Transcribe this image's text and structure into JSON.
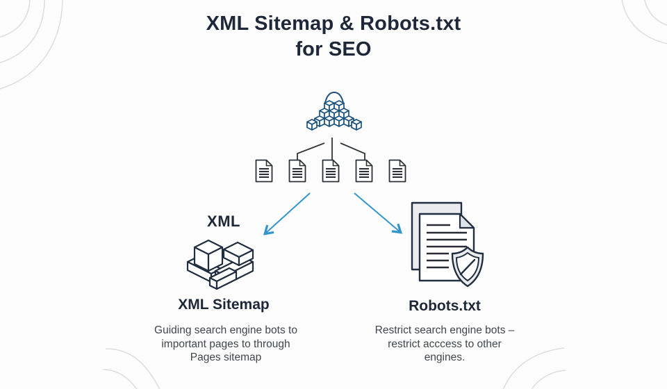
{
  "title": {
    "line1": "XML Sitemap & Robots.txt",
    "line2": "for SEO"
  },
  "center": {
    "crawler_icon": "cube-pile-crawler",
    "page_icon": "document-page",
    "documents_count": 5
  },
  "left": {
    "tag": "XML",
    "icon": "brick-stack",
    "heading": "XML Sitemap",
    "desc_lines": [
      "Guiding search engine bots to",
      "important pages to through",
      "Pages sitemap"
    ]
  },
  "right": {
    "icon": "documents-shield",
    "heading": "Robots.txt",
    "desc_lines": [
      "Restrict search engine bots –",
      "restrict acccess to other",
      "engines."
    ]
  },
  "colors": {
    "background": "#fdfdfd",
    "heading_navy": "#1e2838",
    "body_text": "#40454d",
    "crawler_steel_blue": "#1a527e",
    "icon_navy": "#212e3f",
    "document_stroke": "#2b3036",
    "connector_dark": "#2f3439",
    "arrow_blue": "#3295cc",
    "paper_gray_fill": "#e9ebee",
    "decor_gray": "#dcdddf"
  },
  "icons": {
    "crawler": "pile of cubes with dome (search engine crawler)",
    "pages": "five document pages fanned from crawler",
    "xml_sitemap": "isometric brick stack",
    "robots": "stacked documents with security shield and slash"
  }
}
